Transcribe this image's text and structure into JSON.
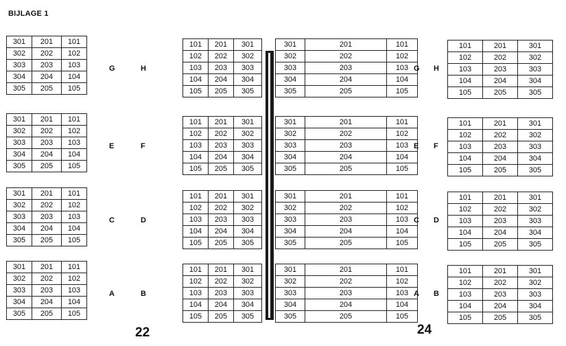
{
  "title": "BIJLAGE 1",
  "rows": [
    [
      "101",
      "201",
      "301"
    ],
    [
      "102",
      "202",
      "302"
    ],
    [
      "103",
      "203",
      "303"
    ],
    [
      "104",
      "204",
      "304"
    ],
    [
      "105",
      "205",
      "305"
    ]
  ],
  "rows_reversed": [
    [
      "301",
      "201",
      "101"
    ],
    [
      "302",
      "202",
      "102"
    ],
    [
      "303",
      "203",
      "103"
    ],
    [
      "304",
      "204",
      "104"
    ],
    [
      "305",
      "205",
      "105"
    ]
  ],
  "pair_labels": [
    [
      "G",
      "H"
    ],
    [
      "E",
      "F"
    ],
    [
      "C",
      "D"
    ],
    [
      "A",
      "B"
    ]
  ],
  "page_numbers": [
    "22",
    "24"
  ]
}
